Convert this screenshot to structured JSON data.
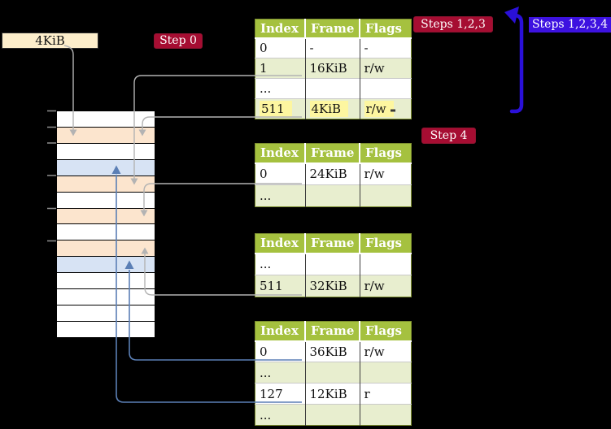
{
  "labels": {
    "frame_label": "4KiB",
    "step0": "Step 0",
    "steps123": "Steps 1,2,3",
    "steps1234": "Steps 1,2,3,4",
    "step4": "Step 4"
  },
  "colors": {
    "background": "#000000",
    "header_green": "#a5c13f",
    "row_green": "#e8eecf",
    "row_white": "#ffffff",
    "highlight_yellow": "#fdf6a0",
    "label_cream": "#fdeecb",
    "badge_red": "#a60d32",
    "badge_blue": "#3d12e0",
    "arrow_gray": "#b3b3b3",
    "arrow_steelblue": "#5b7fb5",
    "arrow_thick_blue": "#2a10d8",
    "table_border": "#7b8d2f",
    "mem_white": "#ffffff",
    "mem_orange": "#fce5ce",
    "mem_blue": "#d7e3f4"
  },
  "tables": [
    {
      "name": "page-table-level-4",
      "columns": [
        "Index",
        "Frame",
        "Flags"
      ],
      "rows": [
        {
          "cells": [
            "0",
            "-",
            "-"
          ]
        },
        {
          "cells": [
            "1",
            "16KiB",
            "r/w"
          ]
        },
        {
          "cells": [
            "...",
            "",
            ""
          ]
        },
        {
          "cells": [
            "511",
            "4KiB",
            "r/w"
          ],
          "highlighted": true
        }
      ]
    },
    {
      "name": "page-table-level-3",
      "columns": [
        "Index",
        "Frame",
        "Flags"
      ],
      "rows": [
        {
          "cells": [
            "0",
            "24KiB",
            "r/w"
          ]
        },
        {
          "cells": [
            "...",
            "",
            ""
          ]
        }
      ]
    },
    {
      "name": "page-table-level-2",
      "columns": [
        "Index",
        "Frame",
        "Flags"
      ],
      "rows": [
        {
          "cells": [
            "...",
            "",
            ""
          ]
        },
        {
          "cells": [
            "511",
            "32KiB",
            "r/w"
          ]
        }
      ]
    },
    {
      "name": "page-table-level-1",
      "columns": [
        "Index",
        "Frame",
        "Flags"
      ],
      "rows": [
        {
          "cells": [
            "0",
            "36KiB",
            "r/w"
          ]
        },
        {
          "cells": [
            "...",
            "",
            ""
          ]
        },
        {
          "cells": [
            "127",
            "12KiB",
            "r"
          ]
        },
        {
          "cells": [
            "...",
            "",
            ""
          ]
        }
      ]
    }
  ],
  "memory": {
    "rows": [
      "white",
      "orange",
      "white",
      "blue",
      "orange",
      "white",
      "orange",
      "white",
      "orange",
      "blue",
      "white",
      "white",
      "white",
      "white"
    ]
  }
}
